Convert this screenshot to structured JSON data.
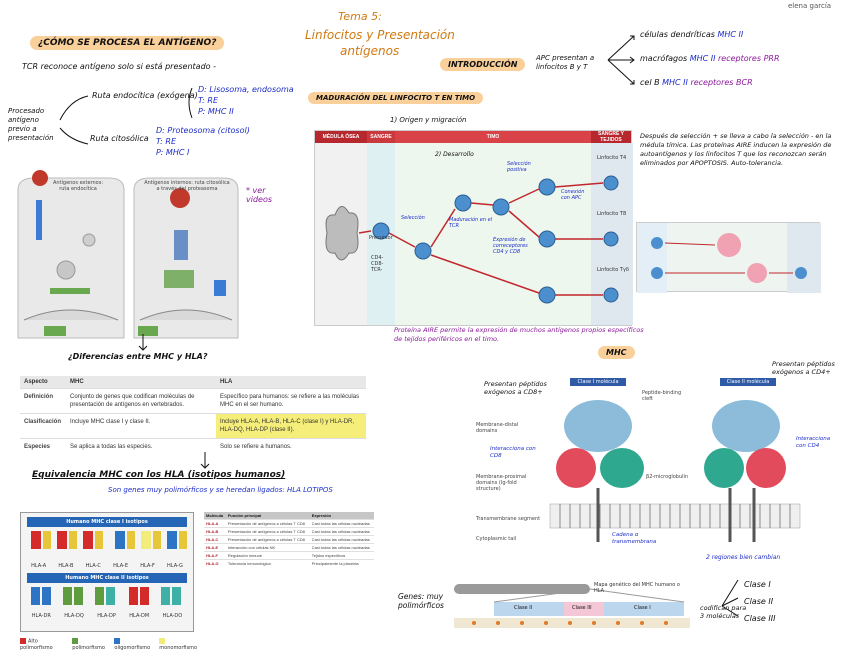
{
  "header": {
    "author": "elena garcía",
    "topic": "Tema 5:",
    "title_line1": "Linfocitos y Presentación",
    "title_line2": "antígenos"
  },
  "left": {
    "q_heading": "¿CÓMO SE PROCESA EL ANTÍGENO?",
    "tcr_note": "TCR reconoce antígeno solo si está presentado -",
    "processed_label": "Procesado antígeno previo a presentación",
    "route_endo": {
      "name": "Ruta endocítica (exógena)",
      "lines": [
        "D: Lisosoma, endosoma",
        "T: RE",
        "P: MHC II"
      ]
    },
    "route_cito": {
      "name": "Ruta citosólica",
      "lines": [
        "D: Proteosoma (citosol)",
        "T: RE",
        "P: MHC I"
      ]
    },
    "video_note": "* ver videos",
    "cell_endo_title": "Antígenos externos: ruta endocítica",
    "cell_cito_title": "Antígenos internos: ruta citosólica a través del proteasoma",
    "diff_heading": "¿Diferencias entre MHC y HLA?",
    "table": {
      "headers": [
        "Aspecto",
        "MHC",
        "HLA"
      ],
      "rows": [
        [
          "Definición",
          "Conjunto de genes que codifican moléculas de presentación de antígenos en vertebrados.",
          "Específico para humanos: se refiere a las moléculas MHC en el ser humano."
        ],
        [
          "Clasificación",
          "Incluye MHC clase I y clase II.",
          "Incluye HLA-A, HLA-B, HLA-C (clase I) y HLA-DR, HLA-DQ, HLA-DP (clase II)."
        ],
        [
          "Especies",
          "Se aplica a todas las especies.",
          "Solo se refiere a humanos."
        ]
      ]
    },
    "equiv_heading": "Equivalencia MHC con los HLA (isotipos humanos)",
    "equiv_note": "Son genes muy polimórficos y se heredan ligados: HLA LOTIPOS",
    "class1_header": "Humano MHC clase I isotipos",
    "class2_header": "Humano MHC clase II isotipos",
    "class1_alleles": [
      "HLA-A",
      "HLA-B",
      "HLA-C",
      "HLA-E",
      "HLA-F",
      "HLA-G"
    ],
    "class2_alleles": [
      "HLA-DR",
      "HLA-DQ",
      "HLA-DP",
      "HLA-DM",
      "HLA-DO"
    ],
    "legend": [
      "Alto polimorfismo",
      "polimorfismo",
      "oligomorfismo",
      "monomorfismo"
    ],
    "mini_table": {
      "headers": [
        "Molécula",
        "Función principal",
        "Expresión"
      ],
      "rows": [
        [
          "HLA-A",
          "Presentación de antígenos a células T CD8",
          "Casi todas las células nucleadas"
        ],
        [
          "HLA-B",
          "Presentación de antígenos a células T CD8",
          "Casi todas las células nucleadas"
        ],
        [
          "HLA-C",
          "Presentación de antígenos a células T CD8",
          "Casi todas las células nucleadas"
        ],
        [
          "HLA-E",
          "Interacción con células NK",
          "Casi todas las células nucleadas"
        ],
        [
          "HLA-F",
          "Regulación inmune",
          "Tejidos específicos"
        ],
        [
          "HLA-G",
          "Tolerancia inmunológica",
          "Principalmente la placenta"
        ]
      ]
    }
  },
  "middle": {
    "intro_label": "INTRODUCCIÓN",
    "apc_text": "APC presentan a linfocitos B y T",
    "apc_list": [
      {
        "name": "células dendríticas",
        "mhc": "MHC II",
        "extra": ""
      },
      {
        "name": "macrófagos",
        "mhc": "MHC II",
        "extra": "receptores PRR"
      },
      {
        "name": "cel B",
        "mhc": "MHC II",
        "extra": "receptores BCR"
      }
    ],
    "maturation_heading": "MADURACIÓN DEL LINFOCITO T EN TIMO",
    "steps": [
      "1) Origen y migración",
      "2) Desarrollo"
    ],
    "columns": [
      "MÉDULA ÓSEA",
      "SANGRE",
      "TIMO",
      "SANGRE Y TEJIDOS"
    ],
    "diagram_labels": [
      "Precursor",
      "CD4- CD8- TCR-",
      "Linfocito T4",
      "Linfocito T8",
      "Linfocito Tγδ",
      "Maduración en el TCR"
    ],
    "annotations": [
      "Selección",
      "Expresión de correceptores CD4 y CD8",
      "Selección positiva",
      "Conexión con APC"
    ],
    "right_note": "Después de selección + se lleva a cabo la selección - en la médula tímica. Las proteínas AIRE inducen la expresión de autoantígenos y los linfocitos T que los reconozcan serán eliminados por APOPTOSIS. Auto-tolerancia.",
    "aire_note": "Proteína AIRE permite la expresión de muchos antígenos propios específicos de tejidos periféricos en el timo."
  },
  "mhc": {
    "heading": "MHC",
    "class1_label": "Clase I molécula",
    "class2_label": "Clase II molécula",
    "peptide_left": "Presentan péptidos exógenos a CD8+",
    "peptide_right": "Presentan péptidos exógenos a CD4+",
    "labels": [
      "Peptide-binding cleft",
      "Membrane-distal domains",
      "Membrane-proximal domains (Ig-fold structure)",
      "Transmembrane segment",
      "Cytoplasmic tail",
      "β2-microglobulin"
    ],
    "notes": [
      "Interacciona con CD8",
      "2 regiones bien cambian",
      "Interacciona con CD4",
      "Cadena α transmembrana"
    ],
    "genes_label": "Genes: muy polimórficos",
    "gene_map_title": "Mapa genético del MHC humano o HLA",
    "gene_classes": [
      "Clase II",
      "Clase III",
      "Clase I"
    ],
    "class_list": [
      "Clase I",
      "Clase II",
      "Clase III"
    ],
    "codify_note": "codifican para 3 moléculas"
  }
}
